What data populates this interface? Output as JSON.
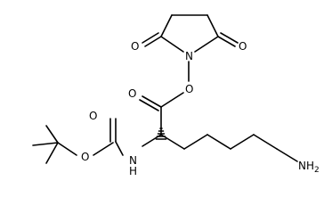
{
  "molecule": {
    "colors": {
      "bond": "#000000",
      "background": "#ffffff"
    },
    "atoms": {
      "o_ring_left": "O",
      "o_ring_right": "O",
      "n_succinimide": "N",
      "o_ester_link": "O",
      "o_ester_carbonyl": "O",
      "o_carbamate_carbonyl": "O",
      "o_carbamate_ether": "O",
      "n_amide": "N",
      "h_amide": "H",
      "n_amine": "NH",
      "amine_subscript": "2"
    }
  }
}
